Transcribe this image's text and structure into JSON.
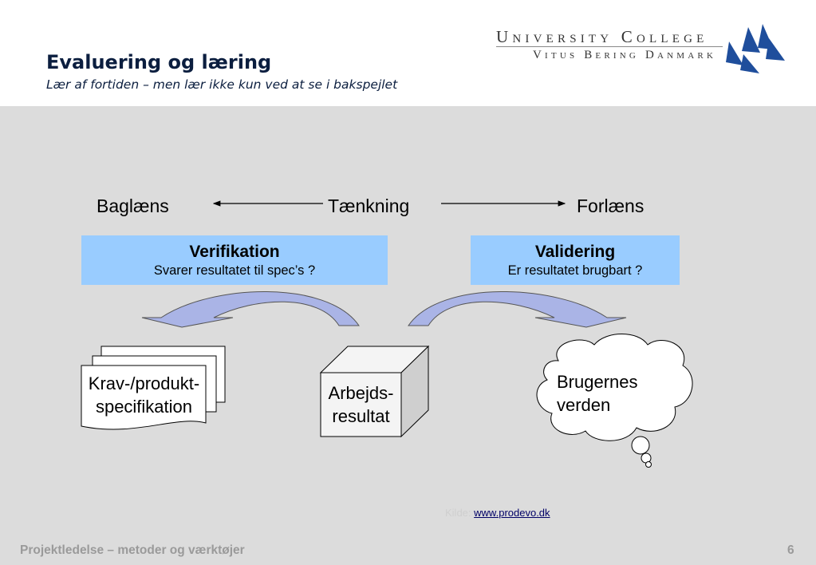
{
  "header": {
    "title": "Evaluering og læring",
    "subtitle": "Lær af fortiden – men lær ikke kun ved at se i bakspejlet",
    "brand_line1": "University College",
    "brand_line2": "Vitus Bering Danmark",
    "logo_icon": "sailing-ship-logo-icon",
    "brand_color": "#1f4e9c"
  },
  "diagram": {
    "left_label": "Baglæns",
    "center_label": "Tænkning",
    "right_label": "Forlæns",
    "verification": {
      "title": "Verifikation",
      "subtitle": "Svarer resultatet til spec’s ?"
    },
    "validation": {
      "title": "Validering",
      "subtitle": "Er resultatet brugbart ?"
    },
    "box_color": "#99ccff",
    "arrow_color": "#aab4e6",
    "spec_label": [
      "Krav-/produkt-",
      "specifikation"
    ],
    "work_label": [
      "Arbejds-",
      "resultat"
    ],
    "cloud_label": [
      "Brugernes",
      "verden"
    ]
  },
  "source": {
    "prefix": "Kilde:",
    "url": "www.prodevo.dk"
  },
  "footer": {
    "left": "Projektledelse – metoder og værktøjer",
    "page": "6"
  }
}
